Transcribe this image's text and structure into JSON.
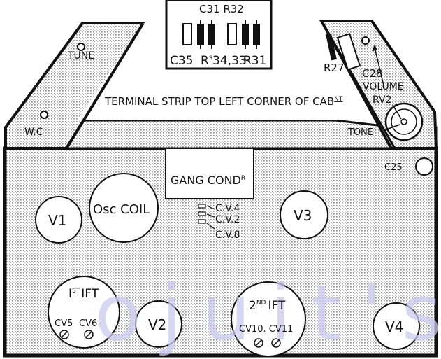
{
  "colors": {
    "ink": "#111111",
    "paper": "#ffffff",
    "stipple": "#9a9a9a",
    "watermark": "#c9c9f0"
  },
  "labels": {
    "terminal_strip": "TERMINAL STRIP TOP LEFT CORNER OF CAB",
    "terminal_strip_suffix": "NT",
    "tune": "TUNE",
    "wc": "W.C",
    "c31_r32": "C31 R32",
    "c35": "C35",
    "r34_33": "R",
    "r34_33_sup": "s",
    "r34_33_rest": "34,33",
    "r31": "R31",
    "r27": "R27",
    "c28": "C28",
    "volume": "VOLUME",
    "rv2": "RV2",
    "tone": "TONE",
    "c25": "C25",
    "gang_cond": "GANG COND",
    "gang_cond_sup": "R",
    "cv4": "C.V.4",
    "cv2": "C.V.2",
    "cv8": "C.V.8",
    "v1": "V1",
    "osc_coil": "Osc COIL",
    "v3": "V3",
    "first_ift_num": "I",
    "first_ift_sup": "ST",
    "first_ift_rest": "IFT",
    "cv5": "CV5",
    "cv6": "CV6",
    "v2": "V2",
    "second_ift_num": "2",
    "second_ift_sup": "ND",
    "second_ift_rest": "IFT",
    "cv10_cv11": "CV10. CV11",
    "v4": "V4"
  },
  "watermark": {
    "text": "ojuit's"
  }
}
